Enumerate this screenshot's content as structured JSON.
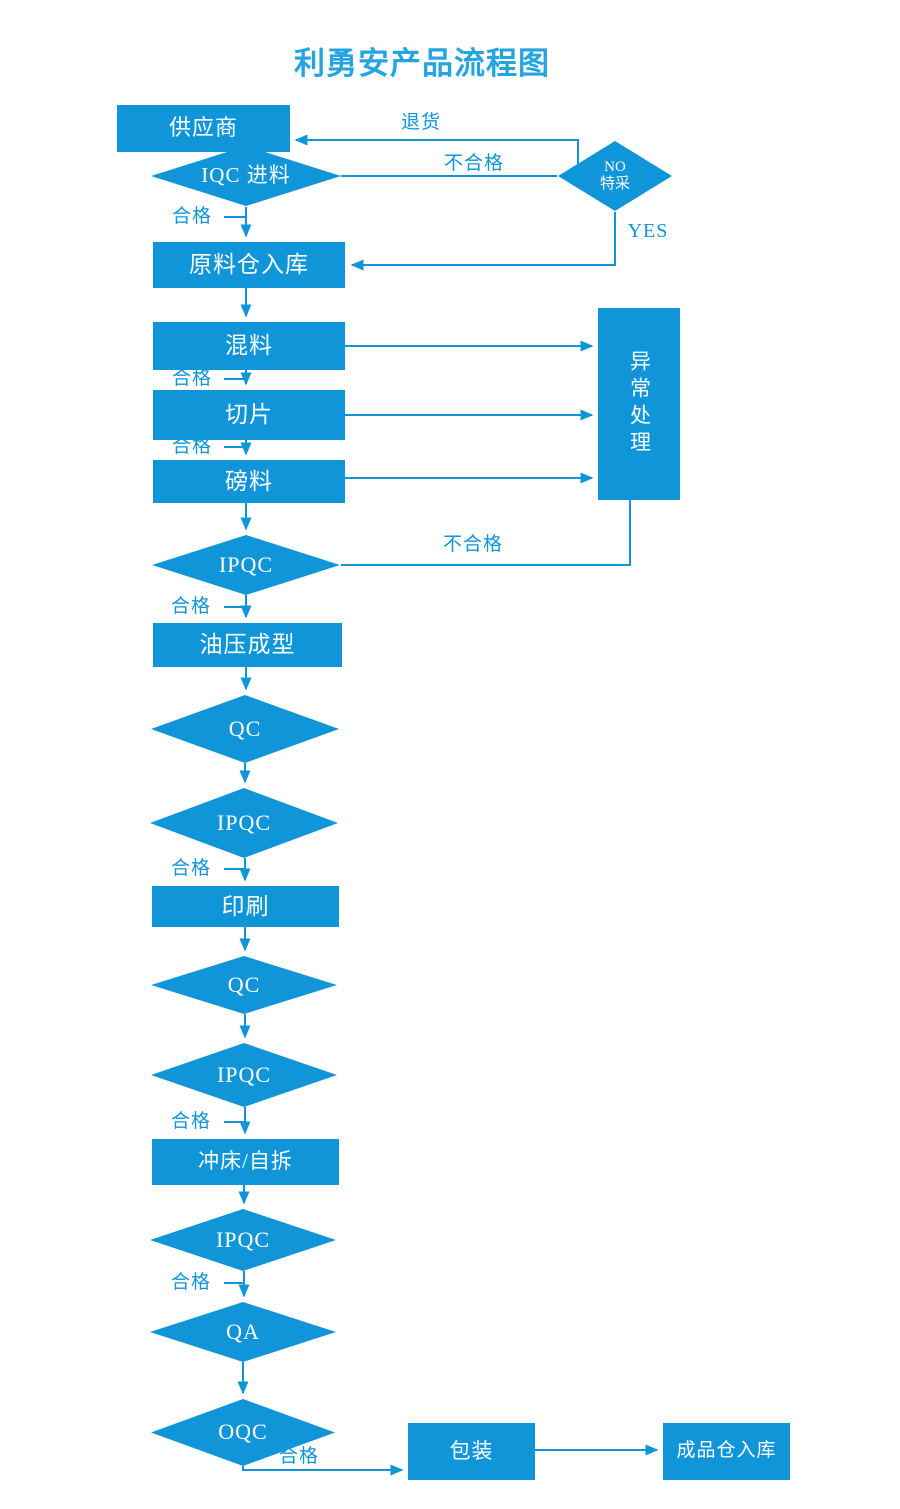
{
  "title": "利勇安产品流程图",
  "colors": {
    "shape_fill": "#1095D8",
    "connector": "#1095D8",
    "label_text": "#1095D8",
    "shape_text": "#FFFFFF",
    "title_text": "#25A5E0",
    "background": "#FFFFFF"
  },
  "nodes": {
    "supplier": "供应商",
    "iqc": "IQC 进料",
    "special_accept_line1": "NO",
    "special_accept_line2": "特采",
    "raw_warehouse": "原料仓入库",
    "mixing": "混料",
    "slicing": "切片",
    "weighing": "磅料",
    "abnormal": "异常处理",
    "ipqc1": "IPQC",
    "hydraulic": "油压成型",
    "qc1": "QC",
    "ipqc2": "IPQC",
    "printing": "印刷",
    "qc2": "QC",
    "ipqc3": "IPQC",
    "punching": "冲床/自拆",
    "ipqc4": "IPQC",
    "qa": "QA",
    "oqc": "OQC",
    "packing": "包装",
    "finished_warehouse": "成品仓入库"
  },
  "edge_labels": {
    "return_goods": "退货",
    "fail_top": "不合格",
    "yes": "YES",
    "pass_iqc": "合格",
    "pass_mixing": "合格",
    "pass_slicing": "合格",
    "fail_ipqc": "不合格",
    "pass_ipqc1": "合格",
    "pass_ipqc2": "合格",
    "pass_ipqc3": "合格",
    "pass_ipqc4": "合格",
    "pass_oqc": "合格"
  },
  "edges": [
    {
      "from": "iqc",
      "to": "special_accept",
      "label": "不合格"
    },
    {
      "from": "special_accept",
      "to": "supplier",
      "label": "退货"
    },
    {
      "from": "special_accept",
      "to": "raw_warehouse",
      "label": "YES"
    },
    {
      "from": "iqc",
      "to": "raw_warehouse",
      "label": "合格"
    },
    {
      "from": "raw_warehouse",
      "to": "mixing",
      "label": ""
    },
    {
      "from": "mixing",
      "to": "abnormal",
      "label": ""
    },
    {
      "from": "mixing",
      "to": "slicing",
      "label": "合格"
    },
    {
      "from": "slicing",
      "to": "abnormal",
      "label": ""
    },
    {
      "from": "slicing",
      "to": "weighing",
      "label": "合格"
    },
    {
      "from": "weighing",
      "to": "abnormal",
      "label": ""
    },
    {
      "from": "weighing",
      "to": "ipqc1",
      "label": ""
    },
    {
      "from": "ipqc1",
      "to": "abnormal",
      "label": "不合格"
    },
    {
      "from": "ipqc1",
      "to": "hydraulic",
      "label": "合格"
    },
    {
      "from": "hydraulic",
      "to": "qc1",
      "label": ""
    },
    {
      "from": "qc1",
      "to": "ipqc2",
      "label": ""
    },
    {
      "from": "ipqc2",
      "to": "printing",
      "label": "合格"
    },
    {
      "from": "printing",
      "to": "qc2",
      "label": ""
    },
    {
      "from": "qc2",
      "to": "ipqc3",
      "label": ""
    },
    {
      "from": "ipqc3",
      "to": "punching",
      "label": "合格"
    },
    {
      "from": "punching",
      "to": "ipqc4",
      "label": ""
    },
    {
      "from": "ipqc4",
      "to": "qa",
      "label": "合格"
    },
    {
      "from": "qa",
      "to": "oqc",
      "label": ""
    },
    {
      "from": "oqc",
      "to": "packing",
      "label": "合格"
    },
    {
      "from": "packing",
      "to": "finished_warehouse",
      "label": ""
    }
  ]
}
